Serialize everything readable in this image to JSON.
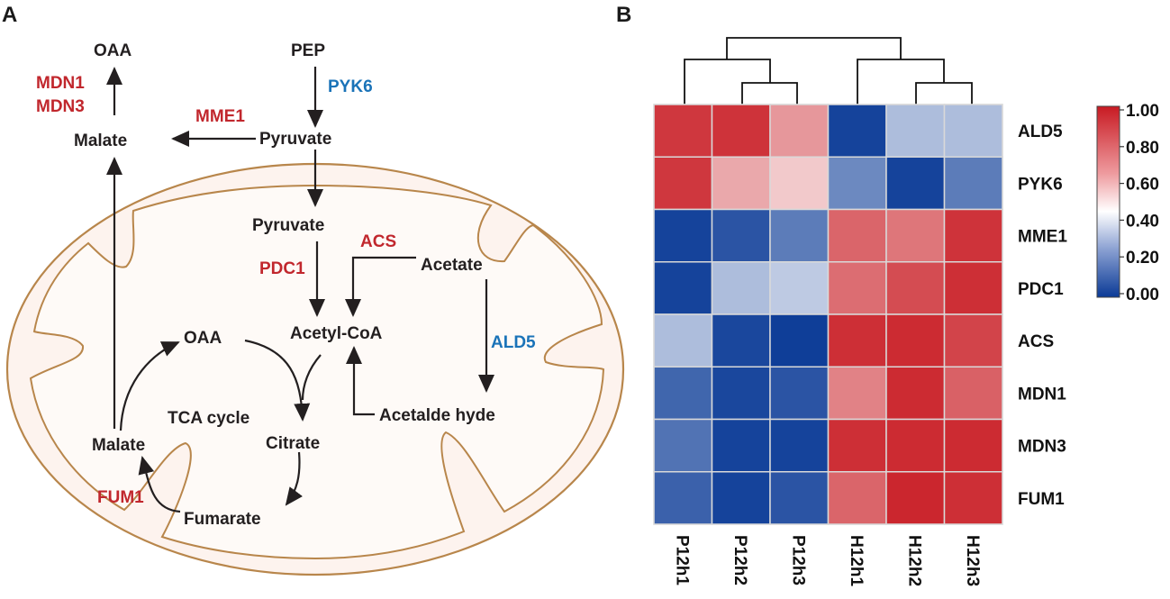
{
  "panels": {
    "a": "A",
    "b": "B"
  },
  "pathway": {
    "nodes": {
      "oaa_top": "OAA",
      "pep": "PEP",
      "malate_top": "Malate",
      "pyruvate_top": "Pyruvate",
      "pyruvate_mito": "Pyruvate",
      "acetate": "Acetate",
      "acetyl_coa": "Acetyl-CoA",
      "oaa_cycle": "OAA",
      "tca": "TCA cycle",
      "acetaldehyde": "Acetalde hyde",
      "malate_cycle": "Malate",
      "citrate": "Citrate",
      "fumarate": "Fumarate"
    },
    "enzymes": {
      "mdn1": "MDN1",
      "mdn3": "MDN3",
      "mme1": "MME1",
      "pyk6": "PYK6",
      "acs": "ACS",
      "pdc1": "PDC1",
      "ald5": "ALD5",
      "fum1": "FUM1"
    },
    "colors": {
      "up_enzyme": "#c1272d",
      "down_enzyme": "#1a73b8",
      "mito_fill": "#fdf3ee",
      "mito_membrane": "#b8864b",
      "arrow": "#231f20"
    }
  },
  "chart_data": {
    "type": "heatmap",
    "title": "",
    "columns": [
      "P12h1",
      "P12h2",
      "P12h3",
      "H12h1",
      "H12h2",
      "H12h3"
    ],
    "rows": [
      "ALD5",
      "PYK6",
      "MME1",
      "PDC1",
      "ACS",
      "MDN1",
      "MDN3",
      "FUM1"
    ],
    "values": [
      [
        0.93,
        0.94,
        0.7,
        0.02,
        0.3,
        0.3
      ],
      [
        0.93,
        0.66,
        0.58,
        0.18,
        0.02,
        0.15
      ],
      [
        0.02,
        0.06,
        0.15,
        0.82,
        0.78,
        0.94
      ],
      [
        0.02,
        0.3,
        0.33,
        0.8,
        0.88,
        0.95
      ],
      [
        0.3,
        0.03,
        0.01,
        0.95,
        0.96,
        0.9
      ],
      [
        0.1,
        0.03,
        0.06,
        0.75,
        0.96,
        0.83
      ],
      [
        0.13,
        0.02,
        0.02,
        0.95,
        0.96,
        0.96
      ],
      [
        0.09,
        0.02,
        0.06,
        0.82,
        0.97,
        0.95
      ]
    ],
    "colorbar": {
      "range": [
        0.0,
        1.0
      ],
      "ticks": [
        "1.00",
        "0.80",
        "0.60",
        "0.40",
        "0.20",
        "0.00"
      ],
      "low_color": "#0a3a96",
      "mid_color": "#ffffff",
      "high_color": "#c81a22"
    },
    "dendrogram": "columns"
  }
}
